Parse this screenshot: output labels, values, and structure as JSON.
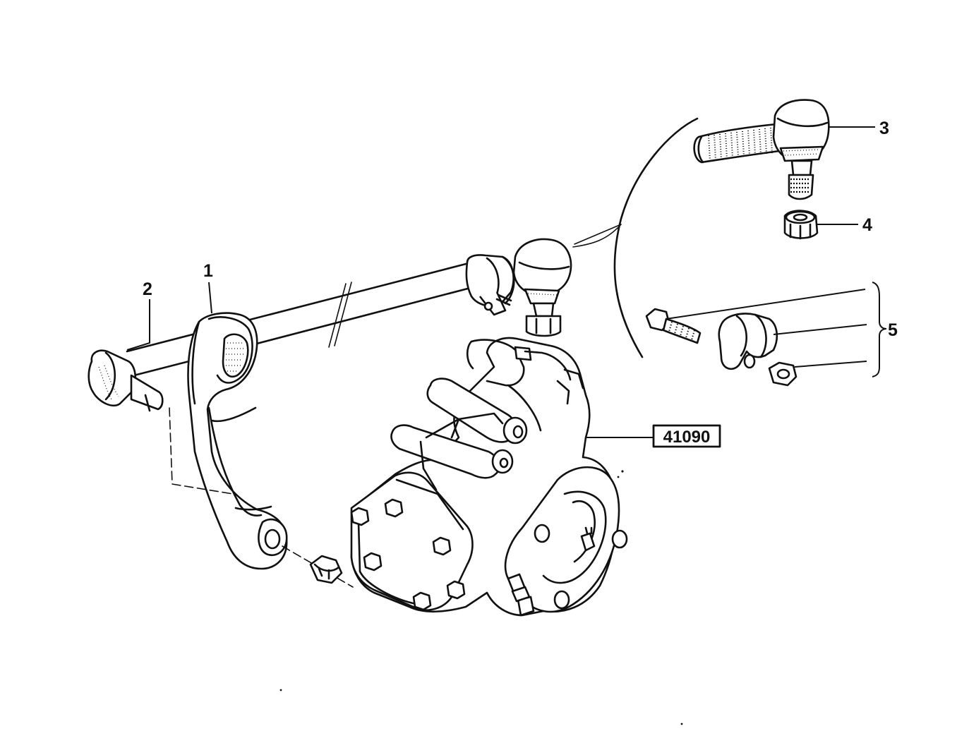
{
  "callouts": {
    "pitman_arm": "1",
    "drag_link": "2",
    "tie_rod_end": "3",
    "castle_nut": "4",
    "clamp_kit": "5",
    "steering_gear_ref": "41090"
  },
  "icons": {
    "pitman_arm": "pitman-arm-icon",
    "drag_link": "drag-link-icon",
    "tie_rod_end": "tie-rod-end-icon",
    "nut": "nut-icon",
    "clamp_bolt": "bolt-icon",
    "clamp": "clamp-icon",
    "steering_gear": "steering-gear-box-icon"
  }
}
